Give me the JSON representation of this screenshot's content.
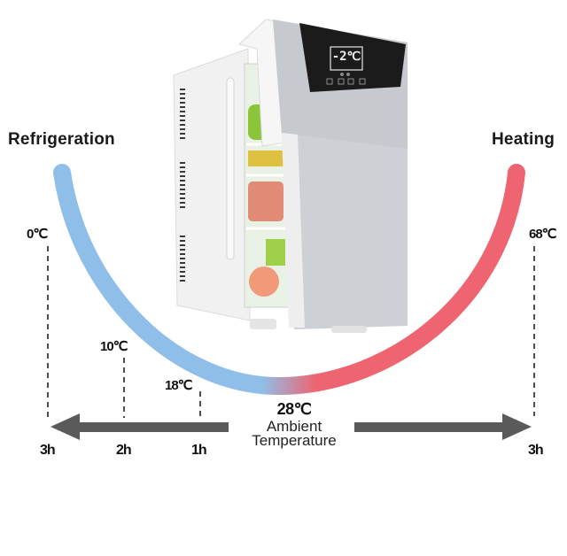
{
  "modes": {
    "left_label": "Refrigeration",
    "right_label": "Heating"
  },
  "colors": {
    "cooling": "#8fbfe8",
    "heating": "#ee6470",
    "arrow": "#5a5a5a",
    "product_body": "#f3f3f3",
    "door_silver": "#c9ccd0",
    "display_panel": "#1b1b1b"
  },
  "product": {
    "name_icon": "mini-fridge-image",
    "display_reading": "-2℃"
  },
  "ambient": {
    "temperature": "28℃",
    "label_line1": "Ambient",
    "label_line2": "Temperature"
  },
  "markers": [
    {
      "temp": "0℃",
      "time": "3h",
      "side": "cooling"
    },
    {
      "temp": "10℃",
      "time": "2h",
      "side": "cooling"
    },
    {
      "temp": "18℃",
      "time": "1h",
      "side": "cooling"
    },
    {
      "temp": "68℃",
      "time": "3h",
      "side": "heating"
    }
  ]
}
